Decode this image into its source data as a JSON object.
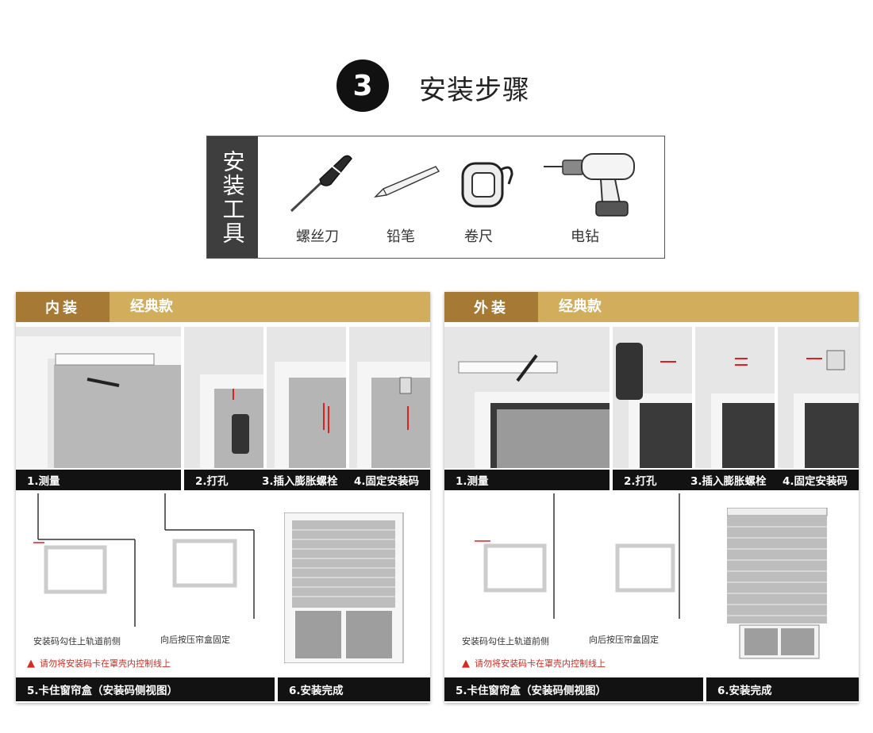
{
  "step": {
    "number": "3",
    "title": "安装步骤"
  },
  "tools": {
    "label": "安装工具",
    "items": [
      {
        "name": "螺丝刀",
        "icon": "screwdriver-icon"
      },
      {
        "name": "铅笔",
        "icon": "pencil-icon"
      },
      {
        "name": "卷尺",
        "icon": "tape-measure-icon"
      },
      {
        "name": "电钻",
        "icon": "electric-drill-icon"
      }
    ]
  },
  "colors": {
    "tab_dark": "#a67a35",
    "tab_light": "#d1ad5c",
    "caption_bg": "#121212",
    "warning_red": "#d42a1f"
  },
  "panels": [
    {
      "tab": "内装",
      "style": "经典款",
      "steps": [
        "1.测量",
        "2.打孔",
        "3.插入膨胀螺栓",
        "4.固定安装码"
      ],
      "note1": "安装码勾住上轨道前侧",
      "note2": "向后按压帘盒固定",
      "warning": "请勿将安装码卡在罩壳内控制线上",
      "step5": "5.卡住窗帘盒（安装码侧视图）",
      "step6": "6.安装完成"
    },
    {
      "tab": "外装",
      "style": "经典款",
      "steps": [
        "1.测量",
        "2.打孔",
        "3.插入膨胀螺栓",
        "4.固定安装码"
      ],
      "note1": "安装码勾住上轨道前侧",
      "note2": "向后按压帘盒固定",
      "warning": "请勿将安装码卡在罩壳内控制线上",
      "step5": "5.卡住窗帘盒（安装码侧视图）",
      "step6": "6.安装完成"
    }
  ]
}
